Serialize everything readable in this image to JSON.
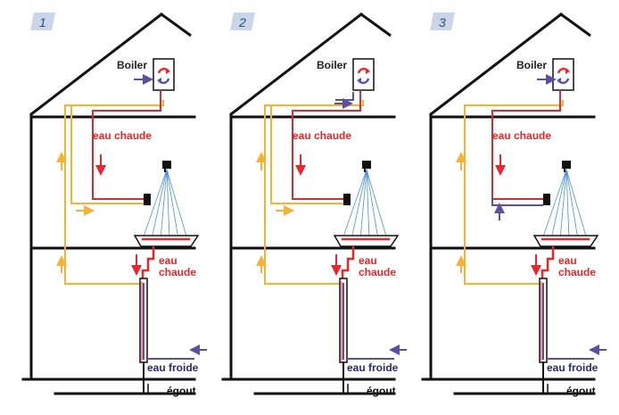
{
  "panels": [
    {
      "number": "1",
      "boiler_label": "Boiler",
      "eau_chaude_top": "eau chaude",
      "eau_chaude_bottom_1": "eau",
      "eau_chaude_bottom_2": "chaude",
      "eau_froide": "eau froide",
      "egout": "égout"
    },
    {
      "number": "2",
      "boiler_label": "Boiler",
      "eau_chaude_top": "eau chaude",
      "eau_chaude_bottom_1": "eau",
      "eau_chaude_bottom_2": "chaude",
      "eau_froide": "eau froide",
      "egout": "égout"
    },
    {
      "number": "3",
      "boiler_label": "Boiler",
      "eau_chaude_top": "eau chaude",
      "eau_chaude_bottom_1": "eau",
      "eau_chaude_bottom_2": "chaude",
      "eau_froide": "eau froide",
      "egout": "égout"
    }
  ],
  "colors": {
    "hot": "#e8262b",
    "warm": "#f5b335",
    "cold": "#5b4fa0",
    "structure": "#111111",
    "spray": "#4a8fd6",
    "badge": "#c9d6ea"
  }
}
